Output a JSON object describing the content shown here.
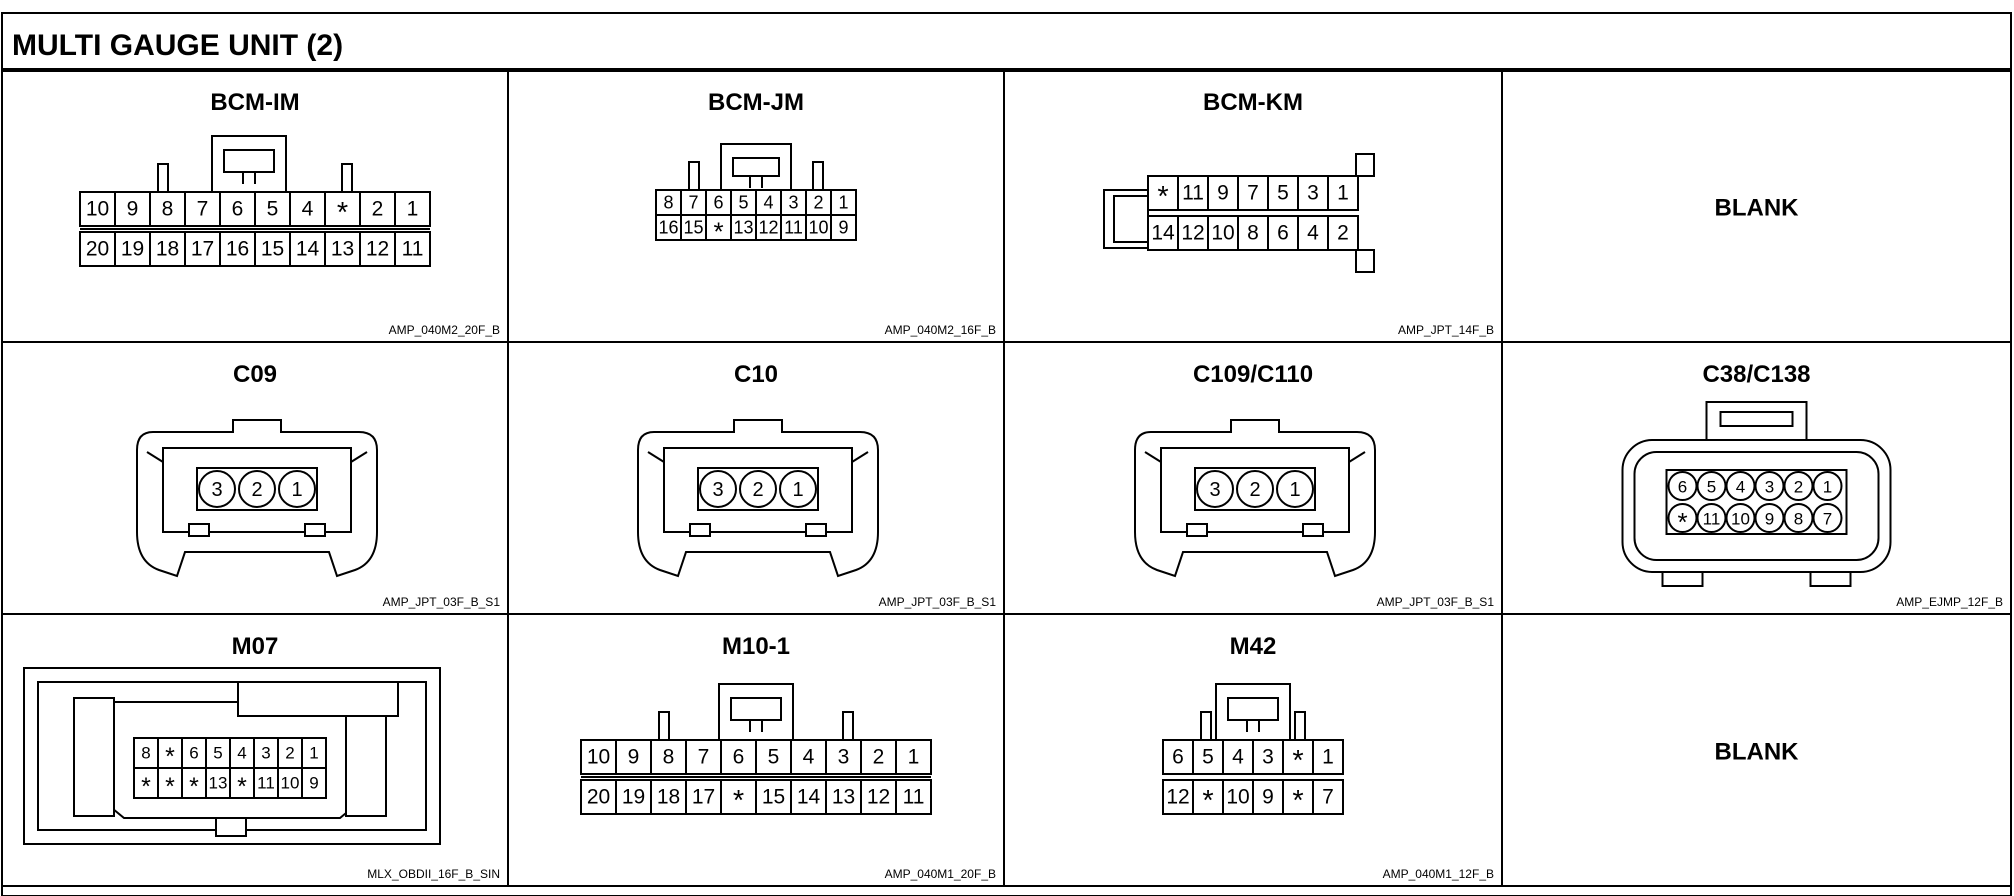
{
  "page_title": "MULTI GAUGE UNIT (2)",
  "cells": [
    {
      "title": "BCM-IM",
      "part": "AMP_040M2_20F_B",
      "kind": "rect",
      "rows": [
        [
          "10",
          "9",
          "8",
          "7",
          "6",
          "5",
          "4",
          "*",
          "2",
          "1"
        ],
        [
          "20",
          "19",
          "18",
          "17",
          "16",
          "15",
          "14",
          "13",
          "12",
          "11"
        ]
      ]
    },
    {
      "title": "BCM-JM",
      "part": "AMP_040M2_16F_B",
      "kind": "rect",
      "rows": [
        [
          "8",
          "7",
          "6",
          "5",
          "4",
          "3",
          "2",
          "1"
        ],
        [
          "16",
          "15",
          "*",
          "13",
          "12",
          "11",
          "10",
          "9"
        ]
      ]
    },
    {
      "title": "BCM-KM",
      "part": "AMP_JPT_14F_B",
      "kind": "rect",
      "rows": [
        [
          "*",
          "11",
          "9",
          "7",
          "5",
          "3",
          "1"
        ],
        [
          "14",
          "12",
          "10",
          "8",
          "6",
          "4",
          "2"
        ]
      ]
    },
    {
      "title": "",
      "part": "",
      "kind": "blank",
      "label": "BLANK"
    },
    {
      "title": "C09",
      "part": "AMP_JPT_03F_B_S1",
      "kind": "round",
      "rows": [
        [
          "3",
          "2",
          "1"
        ]
      ]
    },
    {
      "title": "C10",
      "part": "AMP_JPT_03F_B_S1",
      "kind": "round",
      "rows": [
        [
          "3",
          "2",
          "1"
        ]
      ]
    },
    {
      "title": "C109/C110",
      "part": "AMP_JPT_03F_B_S1",
      "kind": "round",
      "rows": [
        [
          "3",
          "2",
          "1"
        ]
      ]
    },
    {
      "title": "C38/C138",
      "part": "AMP_EJMP_12F_B",
      "kind": "round12",
      "rows": [
        [
          "6",
          "5",
          "4",
          "3",
          "2",
          "1"
        ],
        [
          "*",
          "11",
          "10",
          "9",
          "8",
          "7"
        ]
      ]
    },
    {
      "title": "M07",
      "part": "MLX_OBDII_16F_B_SIN",
      "kind": "obd",
      "rows": [
        [
          "8",
          "*",
          "6",
          "5",
          "4",
          "3",
          "2",
          "1"
        ],
        [
          "*",
          "*",
          "*",
          "13",
          "*",
          "11",
          "10",
          "9"
        ]
      ]
    },
    {
      "title": "M10-1",
      "part": "AMP_040M1_20F_B",
      "kind": "rect",
      "rows": [
        [
          "10",
          "9",
          "8",
          "7",
          "6",
          "5",
          "4",
          "3",
          "2",
          "1"
        ],
        [
          "20",
          "19",
          "18",
          "17",
          "*",
          "15",
          "14",
          "13",
          "12",
          "11"
        ]
      ]
    },
    {
      "title": "M42",
      "part": "AMP_040M1_12F_B",
      "kind": "rect",
      "rows": [
        [
          "6",
          "5",
          "4",
          "3",
          "*",
          "1"
        ],
        [
          "12",
          "*",
          "10",
          "9",
          "*",
          "7"
        ]
      ]
    },
    {
      "title": "",
      "part": "",
      "kind": "blank",
      "label": "BLANK"
    }
  ]
}
